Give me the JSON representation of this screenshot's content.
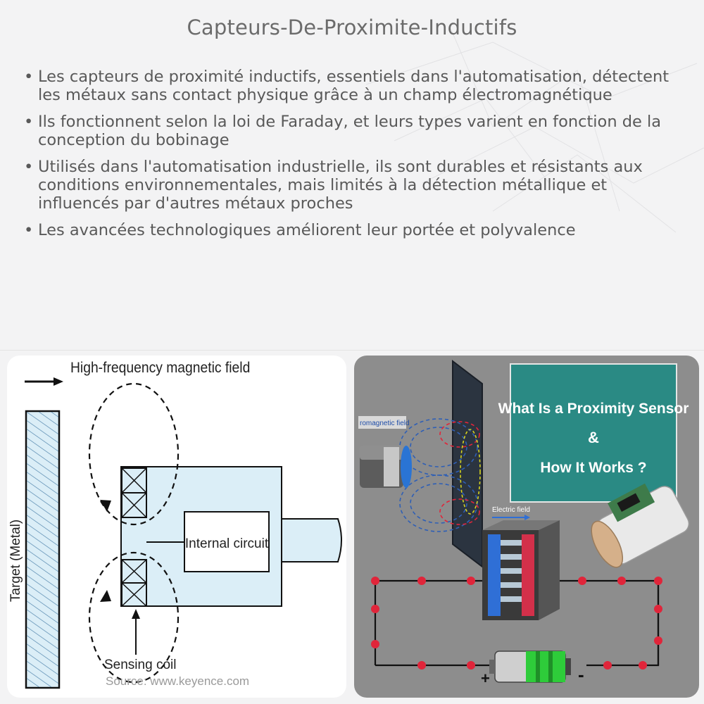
{
  "page": {
    "title": "Capteurs-De-Proximite-Inductifs",
    "bullets": [
      "Les capteurs de proximité inductifs, essentiels dans l'automatisation, détectent les métaux sans contact physique grâce à un champ électromagnétique",
      "Ils fonctionnent selon la loi de Faraday, et leurs types varient en fonction de la conception du bobinage",
      "Utilisés dans l'automatisation industrielle, ils sont durables et résistants aux conditions environnementales, mais limités à la détection métallique et influencés par d'autres métaux proches",
      "Les avancées technologiques améliorent leur portée et polyvalence"
    ]
  },
  "left_diagram": {
    "field_label": "High-frequency magnetic field",
    "target_label": "Target (Metal)",
    "circuit_label": "Internal circuit",
    "coil_label": "Sensing coil",
    "source_label": "Source: www.keyence.com"
  },
  "right_diagram": {
    "banner_line1": "What Is a Proximity Sensor",
    "banner_line2": "&",
    "banner_line3": "How It Works ?",
    "em_field_label": "romagnetic field",
    "electric_field_label": "Electric field",
    "plus_sign": "+",
    "minus_sign": "-"
  },
  "colors": {
    "banner": "#2a8a84",
    "sensor_body": "#dbeef7",
    "charge_red": "#e0253a",
    "charge_blue": "#2f6fd6",
    "battery_green": "#2ecc3a"
  }
}
